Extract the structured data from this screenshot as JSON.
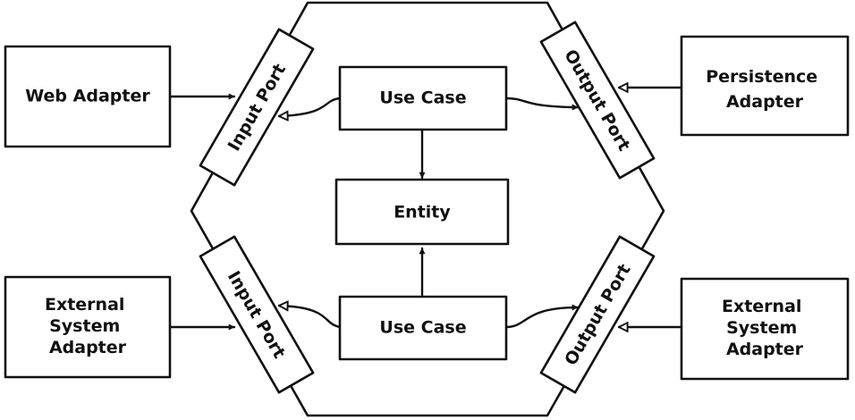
{
  "nodes": {
    "web_adapter": "Web Adapter",
    "persistence_adapter": [
      "Persistence",
      "Adapter"
    ],
    "external_adapter_left": [
      "External",
      "System",
      "Adapter"
    ],
    "external_adapter_right": [
      "External",
      "System",
      "Adapter"
    ],
    "input_port_top": "Input Port",
    "input_port_bottom": "Input Port",
    "output_port_top": "Output Port",
    "output_port_bottom": "Output Port",
    "use_case_top": "Use Case",
    "use_case_bottom": "Use Case",
    "entity": "Entity"
  },
  "edges": [
    {
      "from": "web_adapter",
      "to": "input_port_top",
      "head": "filled"
    },
    {
      "from": "use_case_top",
      "to": "input_port_top",
      "head": "hollow"
    },
    {
      "from": "use_case_top",
      "to": "output_port_top",
      "head": "filled"
    },
    {
      "from": "persistence_adapter",
      "to": "output_port_top",
      "head": "hollow"
    },
    {
      "from": "use_case_top",
      "to": "entity",
      "head": "filled"
    },
    {
      "from": "use_case_bottom",
      "to": "entity",
      "head": "filled"
    },
    {
      "from": "external_adapter_left",
      "to": "input_port_bottom",
      "head": "filled"
    },
    {
      "from": "use_case_bottom",
      "to": "input_port_bottom",
      "head": "hollow"
    },
    {
      "from": "use_case_bottom",
      "to": "output_port_bottom",
      "head": "filled"
    },
    {
      "from": "external_adapter_right",
      "to": "output_port_bottom",
      "head": "hollow"
    }
  ]
}
